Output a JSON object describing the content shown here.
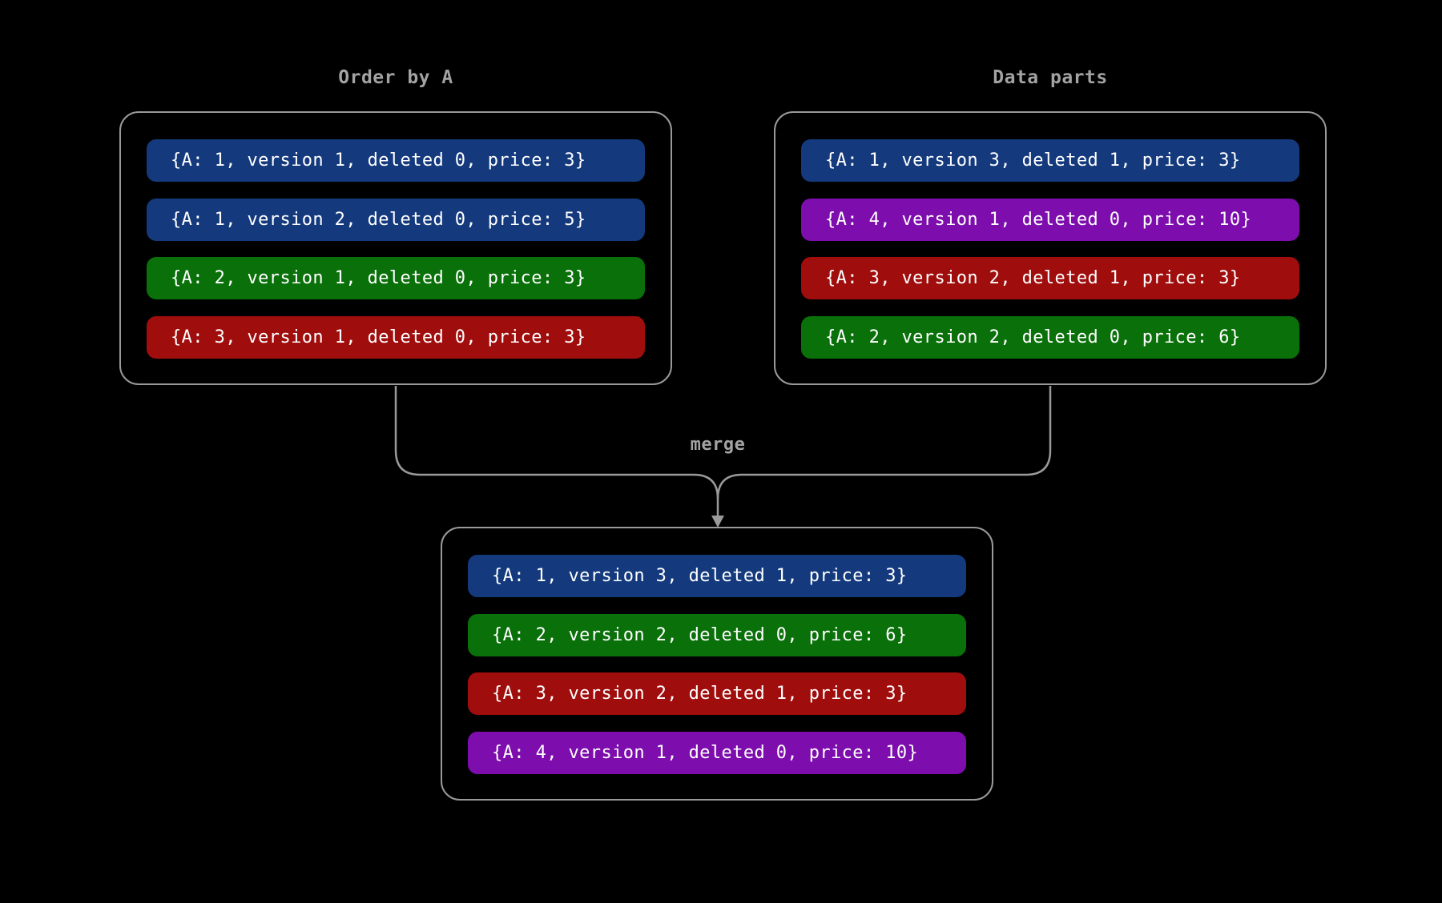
{
  "diagram": {
    "background": "#000000",
    "line_color": "#9a9a9a",
    "title_color": "#a3a3a3",
    "row_text_color": "#ffffff",
    "merge_label": "merge",
    "palette": {
      "blue": "#143a7d",
      "green": "#0a700a",
      "red": "#a00d0d",
      "purple": "#7d0ead"
    },
    "boxes": {
      "order_by_a": {
        "title": "Order by A",
        "rows": [
          {
            "text": "{A: 1, version 1, deleted 0, price: 3}",
            "color_name": "blue",
            "color": "#143a7d"
          },
          {
            "text": "{A: 1, version 2, deleted 0, price: 5}",
            "color_name": "blue",
            "color": "#143a7d"
          },
          {
            "text": "{A: 2, version 1, deleted 0, price: 3}",
            "color_name": "green",
            "color": "#0a700a"
          },
          {
            "text": "{A: 3, version 1, deleted 0, price: 3}",
            "color_name": "red",
            "color": "#a00d0d"
          }
        ]
      },
      "data_parts": {
        "title": "Data parts",
        "rows": [
          {
            "text": "{A: 1, version 3, deleted 1, price: 3}",
            "color_name": "blue",
            "color": "#143a7d"
          },
          {
            "text": "{A: 4, version 1, deleted 0, price: 10}",
            "color_name": "purple",
            "color": "#7d0ead"
          },
          {
            "text": "{A: 3, version 2, deleted 1, price: 3}",
            "color_name": "red",
            "color": "#a00d0d"
          },
          {
            "text": "{A: 2, version 2, deleted 0, price: 6}",
            "color_name": "green",
            "color": "#0a700a"
          }
        ]
      },
      "merged": {
        "rows": [
          {
            "text": "{A: 1, version 3, deleted 1, price: 3}",
            "color_name": "blue",
            "color": "#143a7d"
          },
          {
            "text": "{A: 2, version 2, deleted 0, price: 6}",
            "color_name": "green",
            "color": "#0a700a"
          },
          {
            "text": "{A: 3, version 2, deleted 1, price: 3}",
            "color_name": "red",
            "color": "#a00d0d"
          },
          {
            "text": "{A: 4, version 1, deleted 0, price: 10}",
            "color_name": "purple",
            "color": "#7d0ead"
          }
        ]
      }
    }
  }
}
